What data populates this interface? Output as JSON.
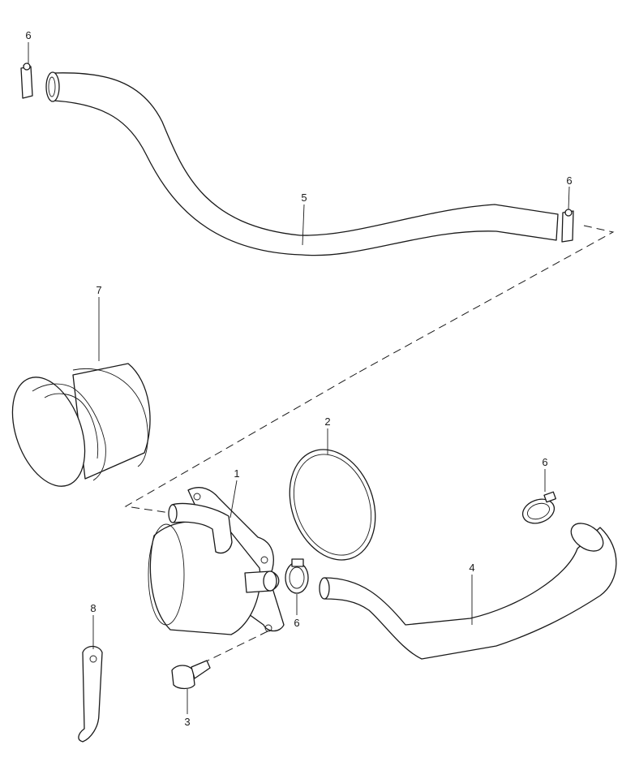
{
  "callouts": [
    {
      "id": "c1",
      "label": "1"
    },
    {
      "id": "c2",
      "label": "2"
    },
    {
      "id": "c3",
      "label": "3"
    },
    {
      "id": "c4",
      "label": "4"
    },
    {
      "id": "c5",
      "label": "5"
    },
    {
      "id": "c6a",
      "label": "6"
    },
    {
      "id": "c6b",
      "label": "6"
    },
    {
      "id": "c6c",
      "label": "6"
    },
    {
      "id": "c6d",
      "label": "6"
    },
    {
      "id": "c7",
      "label": "7"
    },
    {
      "id": "c8",
      "label": "8"
    }
  ],
  "colors": {
    "line": "#1a1a1a",
    "background": "#ffffff"
  }
}
